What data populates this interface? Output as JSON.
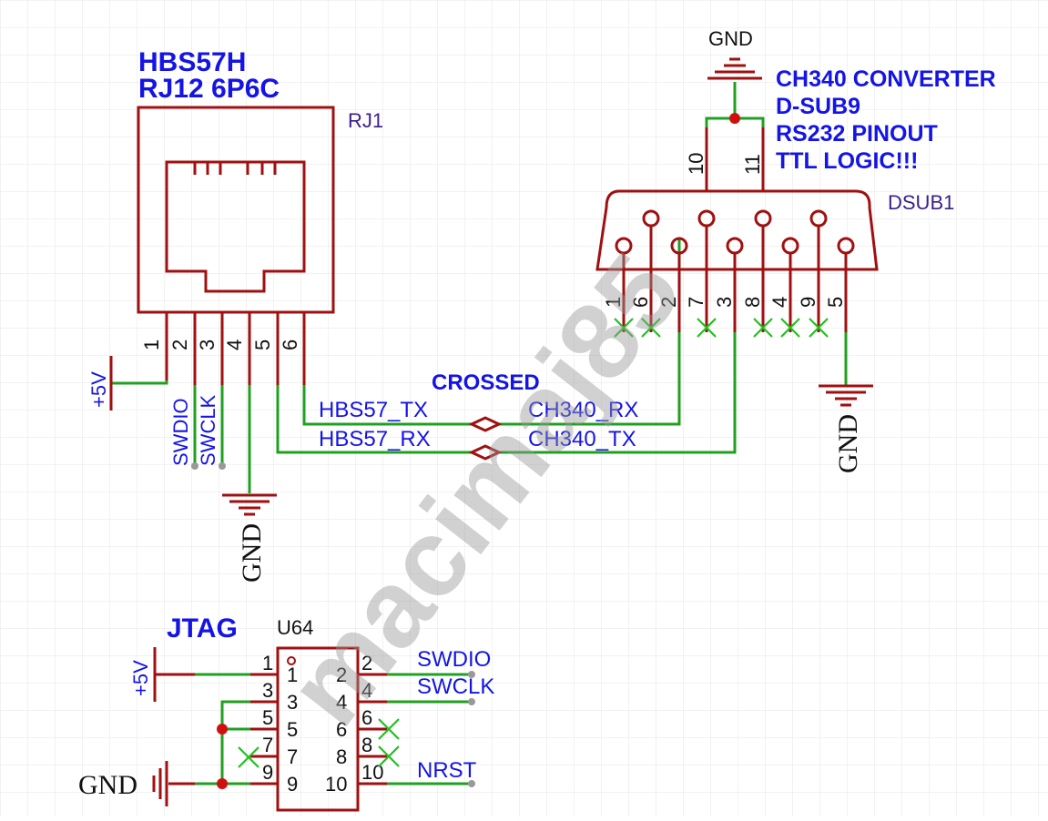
{
  "rj12": {
    "title_line1": "HBS57H",
    "title_line2": "RJ12 6P6C",
    "ref": "RJ1",
    "pins": [
      "1",
      "2",
      "3",
      "4",
      "5",
      "6"
    ]
  },
  "dsub": {
    "ref": "DSUB1",
    "notes": [
      "CH340 CONVERTER",
      "D-SUB9",
      "RS232 PINOUT",
      "TTL LOGIC!!!"
    ],
    "pins": [
      "1",
      "6",
      "2",
      "7",
      "3",
      "8",
      "4",
      "9",
      "5"
    ],
    "shield_pins": [
      "10",
      "11"
    ]
  },
  "nets": {
    "gnd": "GND",
    "vcc": "+5V",
    "swdio": "SWDIO",
    "swclk": "SWCLK",
    "hbs57_tx": "HBS57_TX",
    "hbs57_rx": "HBS57_RX",
    "ch340_rx": "CH340_RX",
    "ch340_tx": "CH340_TX",
    "crossed": "CROSSED",
    "nrst": "NRST"
  },
  "jtag": {
    "title": "JTAG",
    "ref": "U64",
    "left_pins": [
      "1",
      "3",
      "5",
      "7",
      "9"
    ],
    "right_pins": [
      "2",
      "4",
      "6",
      "8",
      "10"
    ],
    "inner_left": [
      "1",
      "3",
      "5",
      "7",
      "9"
    ],
    "inner_right": [
      "2",
      "4",
      "6",
      "8",
      "10"
    ]
  },
  "watermark": "macimaj85",
  "colors": {
    "wire": "#20a020",
    "symbol": "#a01010",
    "label": "#1414e6",
    "grid": "#e8e8e8"
  }
}
